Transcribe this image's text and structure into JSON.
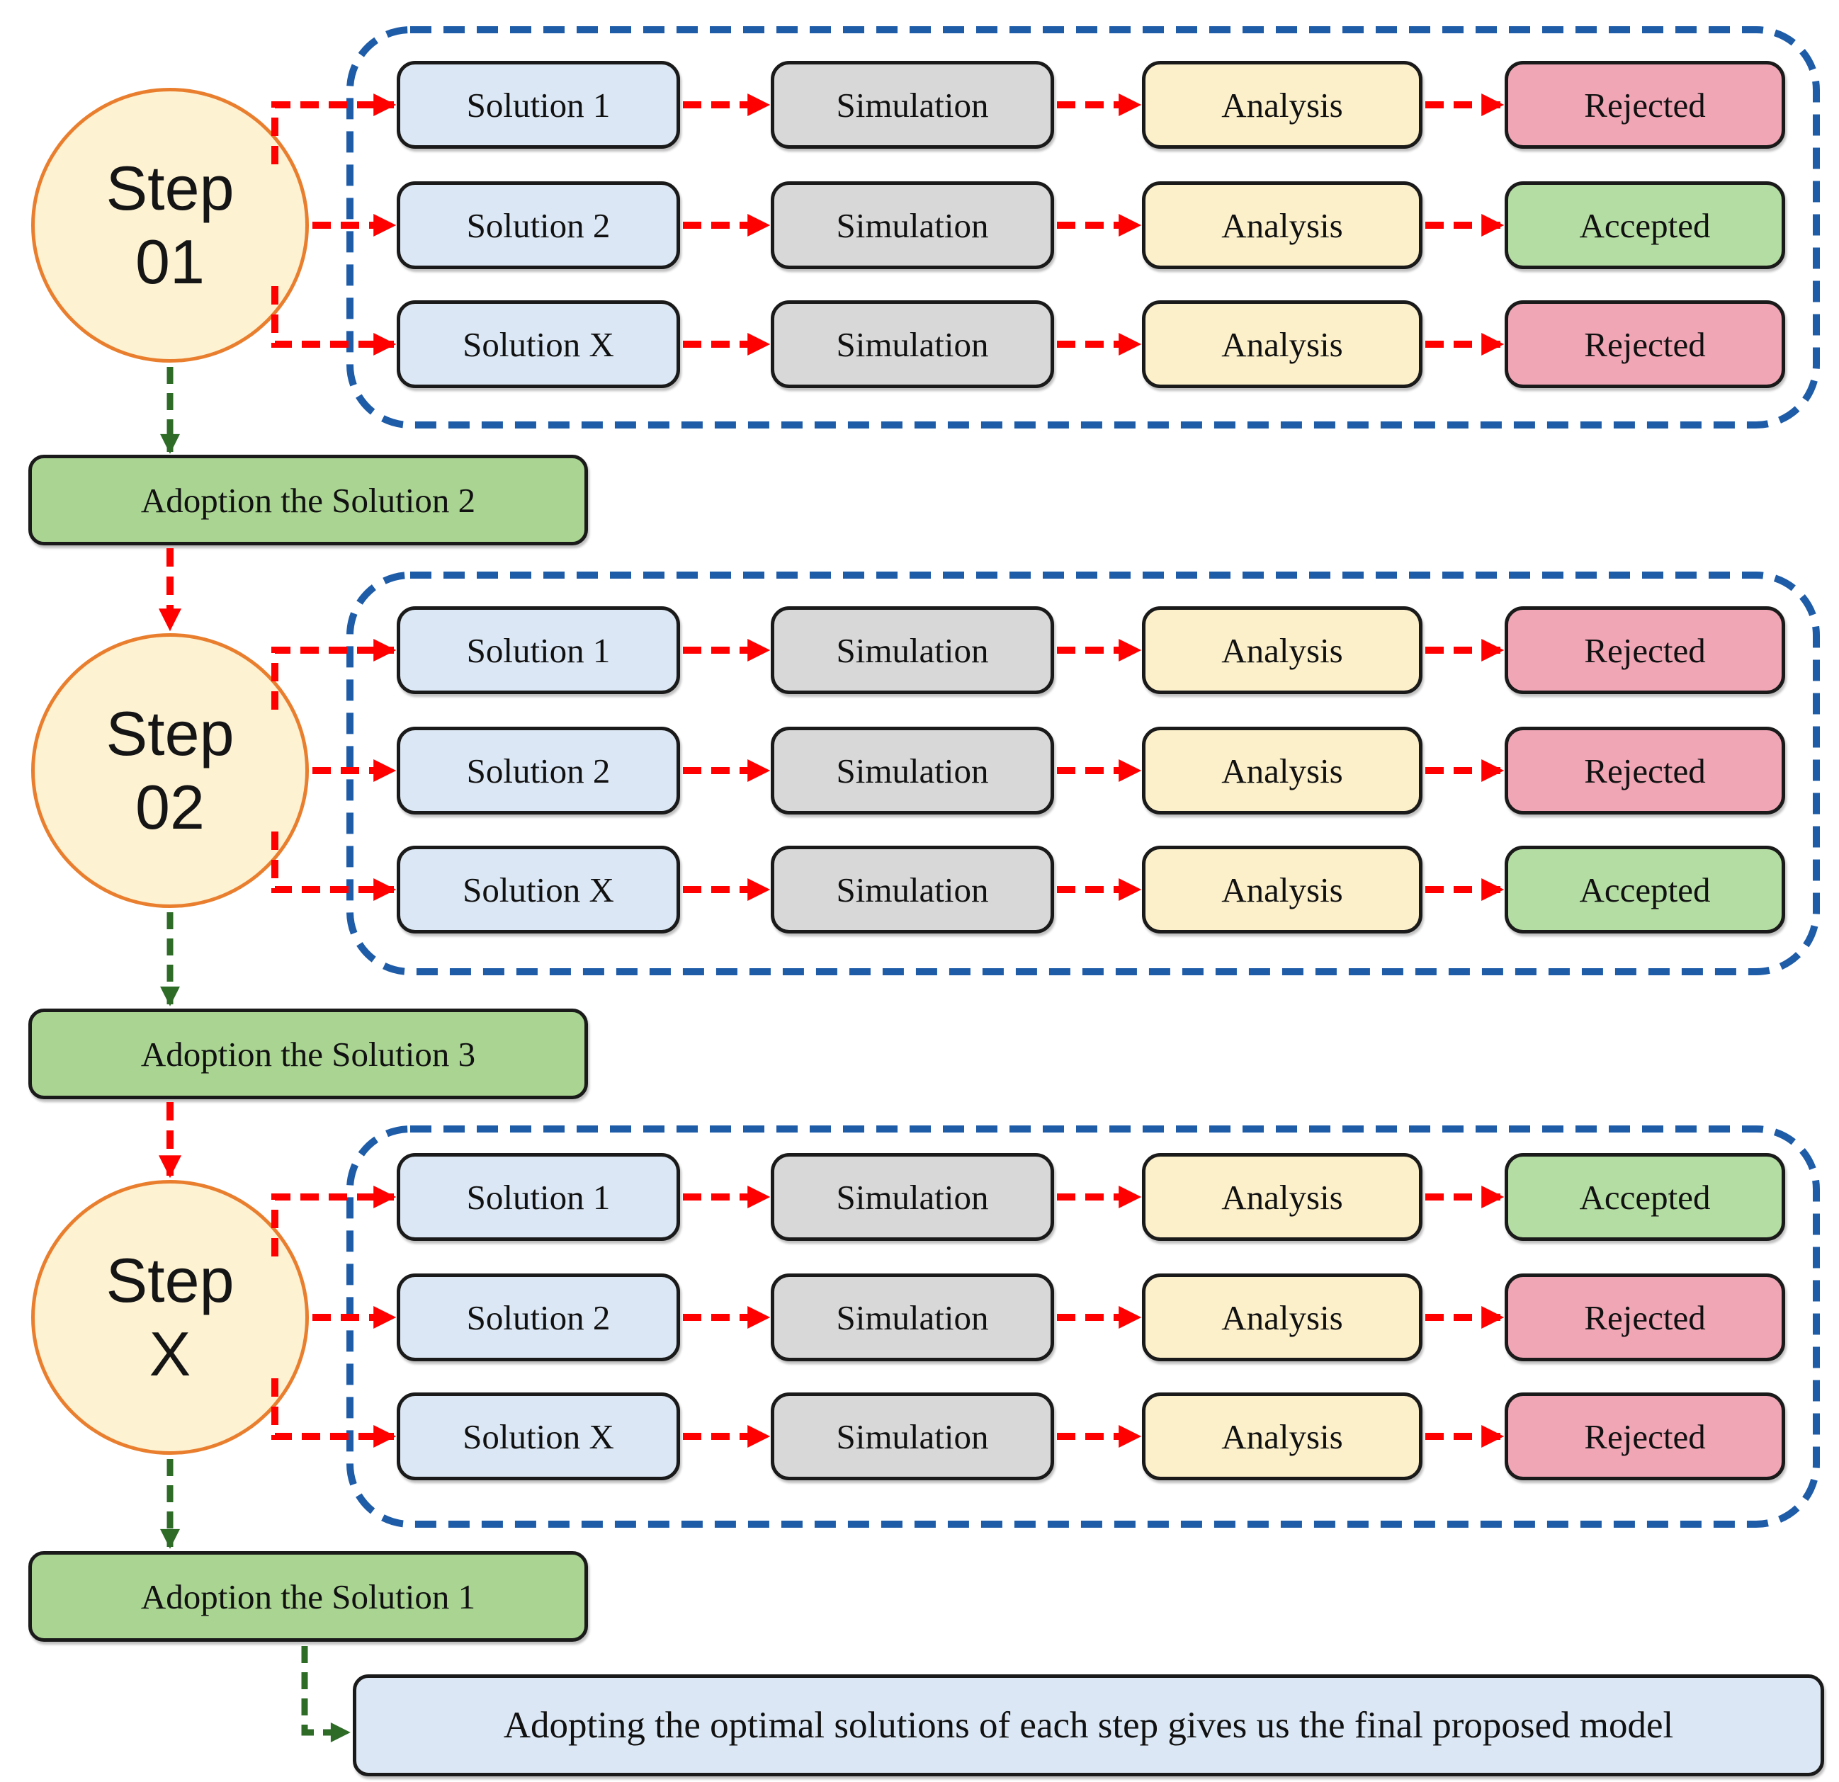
{
  "colors": {
    "background": "#FFFFFF",
    "circle_fill": "#FDF2D2",
    "circle_border": "#E97F2E",
    "solution_fill": "#DBE7F4",
    "simulation_fill": "#D8D8D8",
    "analysis_fill": "#FCF0CA",
    "rejected_fill": "#F1A6B6",
    "accepted_fill": "#B4DDA3",
    "adoption_fill": "#A9D492",
    "final_fill": "#DBE7F4",
    "box_border": "#1A1A1A",
    "container_border": "#1E5CA8",
    "red_arrow": "#FF0000",
    "green_arrow": "#2E6B27"
  },
  "steps": [
    {
      "id": "step-01",
      "circle_line1": "Step",
      "circle_line2": "01",
      "rows": [
        {
          "solution": "Solution 1",
          "simulation": "Simulation",
          "analysis": "Analysis",
          "result": "Rejected",
          "result_type": "rejected"
        },
        {
          "solution": "Solution 2",
          "simulation": "Simulation",
          "analysis": "Analysis",
          "result": "Accepted",
          "result_type": "accepted"
        },
        {
          "solution": "Solution X",
          "simulation": "Simulation",
          "analysis": "Analysis",
          "result": "Rejected",
          "result_type": "rejected"
        }
      ],
      "adoption_label": "Adoption the Solution 2"
    },
    {
      "id": "step-02",
      "circle_line1": "Step",
      "circle_line2": "02",
      "rows": [
        {
          "solution": "Solution 1",
          "simulation": "Simulation",
          "analysis": "Analysis",
          "result": "Rejected",
          "result_type": "rejected"
        },
        {
          "solution": "Solution 2",
          "simulation": "Simulation",
          "analysis": "Analysis",
          "result": "Rejected",
          "result_type": "rejected"
        },
        {
          "solution": "Solution X",
          "simulation": "Simulation",
          "analysis": "Analysis",
          "result": "Accepted",
          "result_type": "accepted"
        }
      ],
      "adoption_label": "Adoption the Solution 3"
    },
    {
      "id": "step-x",
      "circle_line1": "Step",
      "circle_line2": "X",
      "rows": [
        {
          "solution": "Solution 1",
          "simulation": "Simulation",
          "analysis": "Analysis",
          "result": "Accepted",
          "result_type": "accepted"
        },
        {
          "solution": "Solution 2",
          "simulation": "Simulation",
          "analysis": "Analysis",
          "result": "Rejected",
          "result_type": "rejected"
        },
        {
          "solution": "Solution X",
          "simulation": "Simulation",
          "analysis": "Analysis",
          "result": "Rejected",
          "result_type": "rejected"
        }
      ],
      "adoption_label": "Adoption the Solution 1"
    }
  ],
  "final_note": "Adopting the optimal solutions of each step gives us the final proposed model"
}
